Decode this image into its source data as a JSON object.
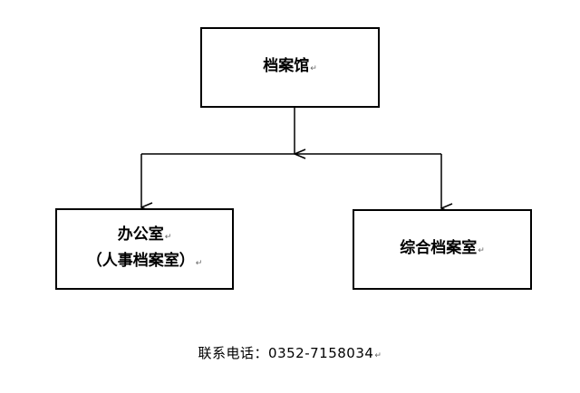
{
  "diagram": {
    "top_node": {
      "label": "档案馆"
    },
    "left_node": {
      "line1": "办公室",
      "line2": "（人事档案室）"
    },
    "right_node": {
      "label": "综合档案室"
    }
  },
  "footer": {
    "contact_label": "联系电话：",
    "phone": "0352-7158034"
  },
  "colors": {
    "line": "#000000",
    "background": "#ffffff"
  }
}
